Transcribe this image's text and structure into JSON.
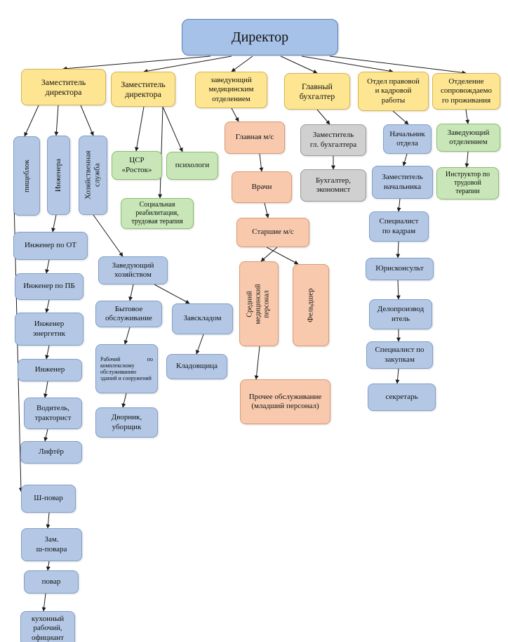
{
  "diagram": {
    "director": "Директор",
    "deputy_1": "Заместитель\nдиректора",
    "food_block": "пищеблок",
    "engineers": "Инженера",
    "maintenance": "Хозяйственная\nслужба",
    "engineer_ot": "Инженер по ОТ",
    "engineer_pb": "Инженер по ПБ",
    "engineer_energy": "Инженер\nэнергетик",
    "engineer": "Инженер",
    "driver": "Водитель,\nтракторист",
    "lift_operator": "Лифтёр",
    "head_of_household": "Заведующий\nхозяйством",
    "household_service": "Бытовое\nобслуживание",
    "warehouse_head": "Завскладом",
    "maintenance_worker": "Рабочий по комплексному обслуживанию зданий и сооружений",
    "storekeeper": "Кладовщица",
    "janitor": "Дворник,\nуборщик",
    "chef": "Ш-повар",
    "deputy_chef": "Зам.\nш-повара",
    "cook": "повар",
    "kitchen_worker": "кухонный\nрабочий,\nофициант",
    "deputy_2": "Заместитель\nдиректора",
    "csr": "ЦСР\n«Росток»",
    "psychologists": "психологи",
    "social_rehab": "Социальная\nреабилитация,\nтрудовая терапия",
    "medical_head": "заведующий\nмедицинским\nотделением",
    "head_nurse": "Главная м/с",
    "doctors": "Врачи",
    "senior_nurses": "Старшие м/с",
    "middle_staff": "Средний\nмедицинский\nперсонал",
    "paramedic": "Фельдшер",
    "other_service": "Прочее обслуживание\n(младший персонал)",
    "chief_accountant": "Главный\nбухгалтер",
    "deputy_accountant": "Заместитель\nгл. бухгалтера",
    "accountant": "Бухгалтер,\nэкономист",
    "legal_hr": "Отдел правовой\nи кадровой\nработы",
    "dept_chief": "Начальник\nотдела",
    "deputy_chief": "Заместитель\nначальника",
    "hr_specialist": "Специалист\nпо кадрам",
    "lawyer": "Юрисконсульт",
    "clerk": "Делопроизвод\nитель",
    "procurement": "Специалист по\nзакупкам",
    "secretary": "секретарь",
    "accommodation": "Отделение\nсопровождаемо\nго проживания",
    "accommodation_head": "Заведующий\nотделением",
    "labor_instructor": "Инструктор по\nтрудовой\nтерапии"
  },
  "colors": {
    "blue": "#b4c8e6",
    "yellow": "#fde592",
    "green": "#c8e6b7",
    "orange": "#f8c9ad",
    "grey": "#d0d0d0",
    "line": "#1a1a1a"
  }
}
